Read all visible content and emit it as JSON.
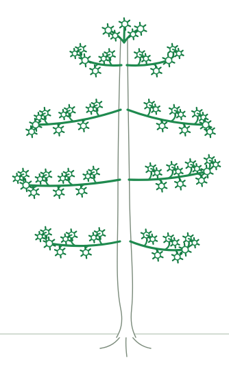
{
  "figure": {
    "subject": "tree",
    "colors": {
      "foliage": "#1f8a4f",
      "foliage_dark": "#157a42",
      "trunk_outline": "#7a8a7a",
      "ground": "#b9c7b9",
      "background": "#ffffff"
    },
    "tiers": [
      {
        "name": "crown-top",
        "side": "center"
      },
      {
        "name": "tier-1",
        "side": "both"
      },
      {
        "name": "tier-2",
        "side": "both"
      },
      {
        "name": "tier-3",
        "side": "both"
      },
      {
        "name": "tier-4",
        "side": "both"
      }
    ]
  }
}
